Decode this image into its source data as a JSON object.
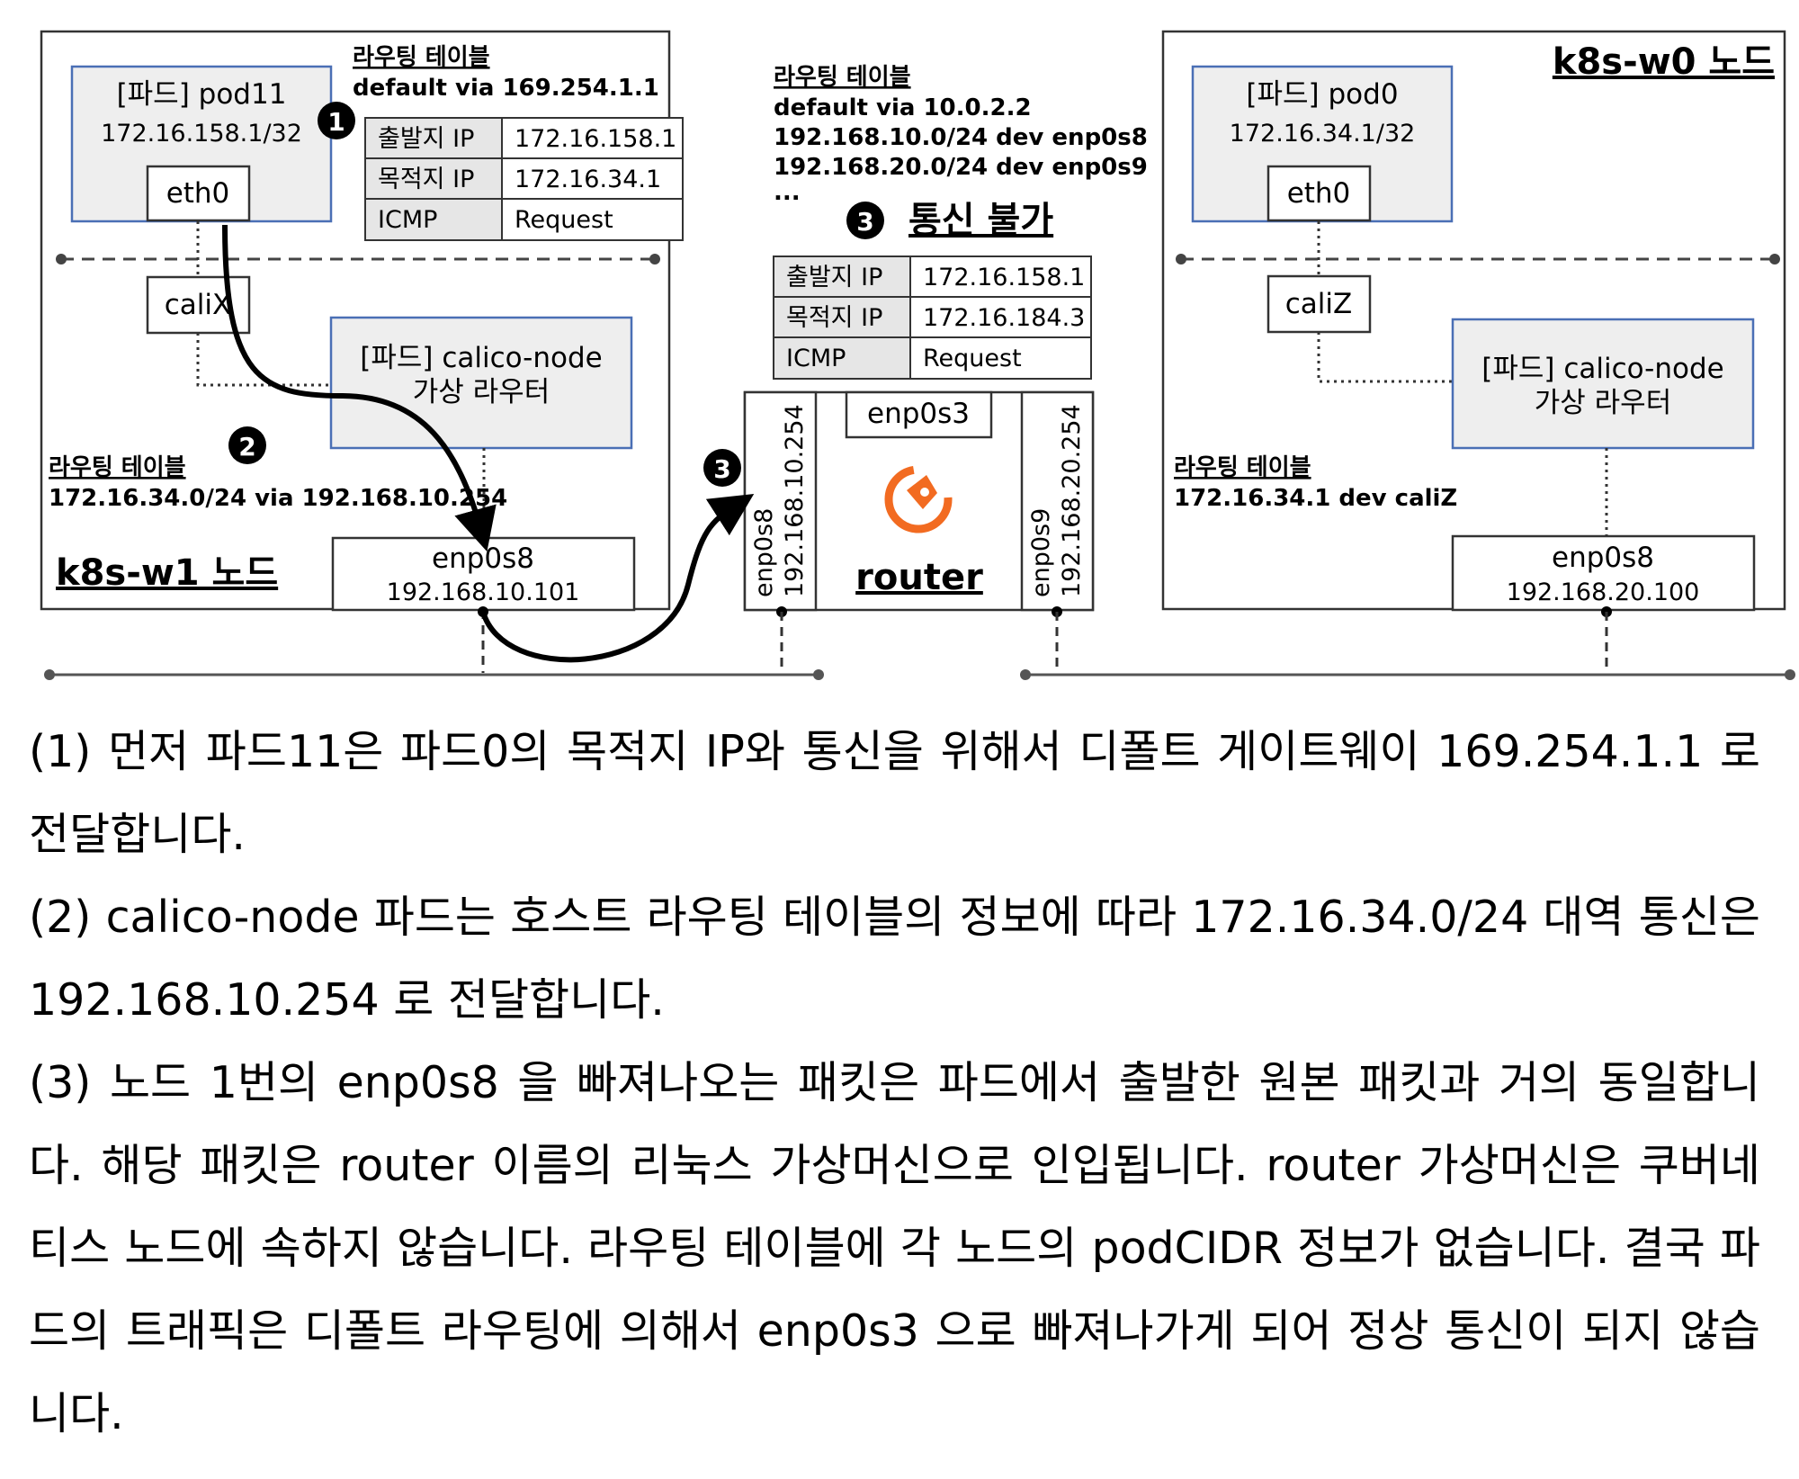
{
  "w1": {
    "node_label": "k8s-w1 노드",
    "pod11": {
      "title": "[파드] pod11",
      "ip": "172.16.158.1/32",
      "iface": "eth0"
    },
    "cali_iface": "caliX",
    "calico_node": {
      "title": "[파드] calico-node",
      "subtitle": "가상  라우터"
    },
    "pod_rt": {
      "heading": "라우팅 테이블",
      "route": "default via 169.254.1.1"
    },
    "host_rt": {
      "heading": "라우팅 테이블",
      "route": "172.16.34.0/24 via 192.168.10.254"
    },
    "nic": {
      "name": "enp0s8",
      "ip": "192.168.10.101"
    },
    "packet": [
      {
        "label": "출발지 IP",
        "value": "172.16.158.1"
      },
      {
        "label": "목적지 IP",
        "value": "172.16.34.1"
      },
      {
        "label": "ICMP",
        "value": "Request"
      }
    ]
  },
  "router": {
    "label": "router",
    "rt": {
      "heading": "라우팅 테이블",
      "routes": [
        "default via 10.0.2.2",
        "192.168.10.0/24 dev enp0s8",
        "192.168.20.0/24 dev enp0s9",
        "..."
      ]
    },
    "status": "통신 불가",
    "top_iface": "enp0s3",
    "left_iface": {
      "name": "enp0s8",
      "ip": "192.168.10.254"
    },
    "right_iface": {
      "name": "enp0s9",
      "ip": "192.168.20.254"
    },
    "packet": [
      {
        "label": "출발지 IP",
        "value": "172.16.158.1"
      },
      {
        "label": "목적지 IP",
        "value": "172.16.184.3"
      },
      {
        "label": "ICMP",
        "value": "Request"
      }
    ]
  },
  "w0": {
    "node_label": "k8s-w0 노드",
    "pod0": {
      "title": "[파드] pod0",
      "ip": "172.16.34.1/32",
      "iface": "eth0"
    },
    "cali_iface": "caliZ",
    "calico_node": {
      "title": "[파드] calico-node",
      "subtitle": "가상  라우터"
    },
    "host_rt": {
      "heading": "라우팅 테이블",
      "route": "172.16.34.1 dev caliZ"
    },
    "nic": {
      "name": "enp0s8",
      "ip": "192.168.20.100"
    }
  },
  "markers": {
    "step1": "1",
    "step2": "2",
    "step3": "3"
  },
  "explanation": [
    "(1) 먼저 파드11은 파드0의 목적지 IP와 통신을 위해서 디폴트 게이트웨이 169.254.1.1 로 전달합니다.",
    "(2) calico-node 파드는 호스트 라우팅 테이블의 정보에 따라 172.16.34.0/24 대역 통신은 192.168.10.254 로 전달합니다.",
    "(3) 노드 1번의 enp0s8 을 빠져나오는 패킷은 파드에서 출발한 원본 패킷과 거의 동일합니다. 해당 패킷은 router 이름의 리눅스 가상머신으로 인입됩니다. router 가상머신은 쿠버네티스 노드에 속하지 않습니다. 라우팅 테이블에 각 노드의 podCIDR 정보가 없습니다. 결국 파드의 트래픽은 디폴트 라우팅에 의해서 enp0s3 으로 빠져나가게 되어 정상 통신이 되지 않습니다."
  ],
  "colors": {
    "pod_border": "#4a6fb5",
    "pod_fill": "#eeeeee",
    "table_label_fill": "#e6e6e6",
    "router_logo": "#f26b21"
  }
}
